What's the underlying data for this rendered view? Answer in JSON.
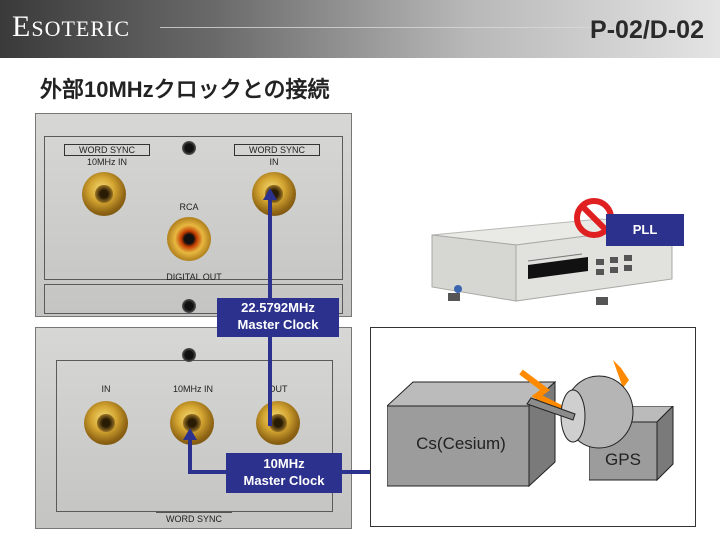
{
  "header": {
    "logo_first": "E",
    "logo_rest": "SOTERIC",
    "model": "P-02/D-02"
  },
  "title": "外部10MHzクロックとの接続",
  "top_panel": {
    "word_sync_left_box": "WORD SYNC",
    "word_sync_left_sub": "10MHz IN",
    "rca_label": "RCA",
    "word_sync_right_box": "WORD SYNC",
    "word_sync_right_sub": "IN",
    "digital_out": "DIGITAL OUT"
  },
  "bottom_panel": {
    "in_label": "IN",
    "in10_label": "10MHz IN",
    "out_label": "OUT",
    "word_sync": "WORD SYNC"
  },
  "clock_boxes": {
    "master_22": [
      "22.5792MHz",
      "Master Clock"
    ],
    "master_10": [
      "10MHz",
      "Master Clock"
    ]
  },
  "pll": {
    "label": "PLL"
  },
  "diagram": {
    "cs_label": "Cs(Cesium)",
    "gps_label": "GPS"
  },
  "colors": {
    "accent_blue": "#2c318e",
    "prohibit_red": "#e02020"
  }
}
